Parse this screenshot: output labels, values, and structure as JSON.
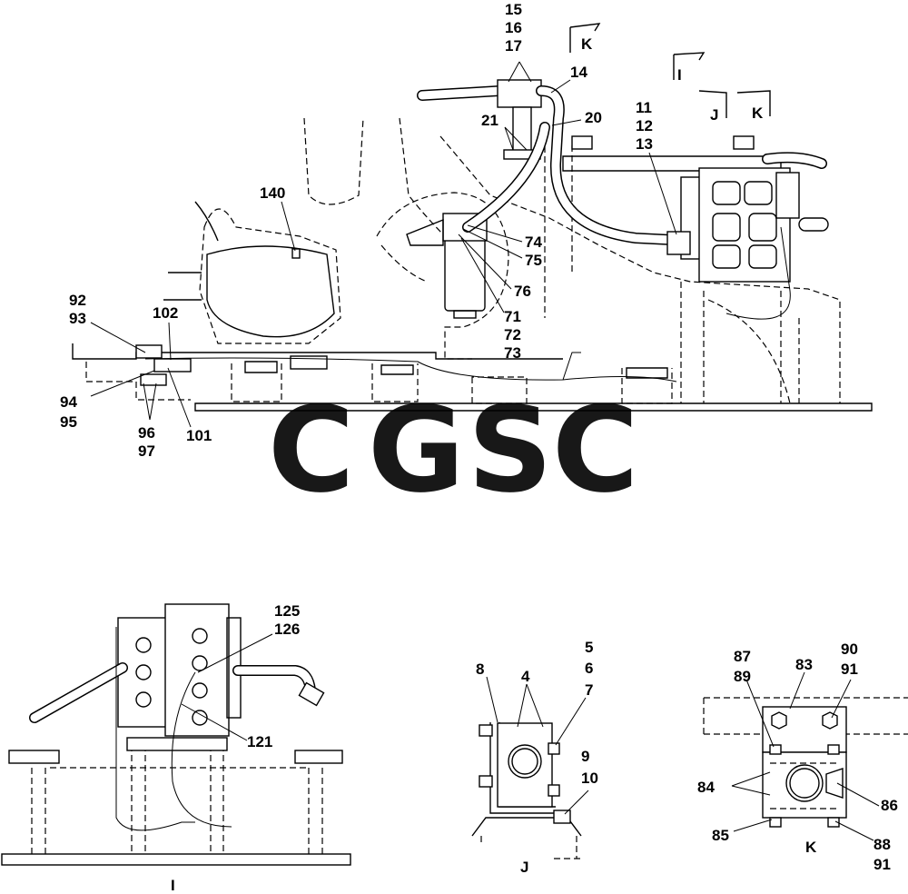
{
  "main_view": {
    "labels": [
      {
        "id": "l15",
        "text": "15"
      },
      {
        "id": "l16",
        "text": "16"
      },
      {
        "id": "l17",
        "text": "17"
      },
      {
        "id": "l14",
        "text": "14"
      },
      {
        "id": "l21",
        "text": "21"
      },
      {
        "id": "l20",
        "text": "20"
      },
      {
        "id": "l11",
        "text": "11"
      },
      {
        "id": "l12",
        "text": "12"
      },
      {
        "id": "l13",
        "text": "13"
      },
      {
        "id": "l140",
        "text": "140"
      },
      {
        "id": "l74",
        "text": "74"
      },
      {
        "id": "l75",
        "text": "75"
      },
      {
        "id": "l76",
        "text": "76"
      },
      {
        "id": "l71",
        "text": "71"
      },
      {
        "id": "l72",
        "text": "72"
      },
      {
        "id": "l73",
        "text": "73"
      },
      {
        "id": "l92",
        "text": "92"
      },
      {
        "id": "l93",
        "text": "93"
      },
      {
        "id": "l102",
        "text": "102"
      },
      {
        "id": "l94",
        "text": "94"
      },
      {
        "id": "l95",
        "text": "95"
      },
      {
        "id": "l96",
        "text": "96"
      },
      {
        "id": "l97",
        "text": "97"
      },
      {
        "id": "l101",
        "text": "101"
      }
    ],
    "view_markers": [
      {
        "id": "vK1",
        "text": "K"
      },
      {
        "id": "vI",
        "text": "I"
      },
      {
        "id": "vJ",
        "text": "J"
      },
      {
        "id": "vK2",
        "text": "K"
      }
    ]
  },
  "detail_i": {
    "caption": "I",
    "labels": [
      {
        "id": "l125",
        "text": "125"
      },
      {
        "id": "l126",
        "text": "126"
      },
      {
        "id": "l121",
        "text": "121"
      }
    ]
  },
  "detail_j": {
    "caption": "J",
    "labels": [
      {
        "id": "l8",
        "text": "8"
      },
      {
        "id": "l4",
        "text": "4"
      },
      {
        "id": "l5",
        "text": "5"
      },
      {
        "id": "l6",
        "text": "6"
      },
      {
        "id": "l7",
        "text": "7"
      },
      {
        "id": "l9",
        "text": "9"
      },
      {
        "id": "l10",
        "text": "10"
      }
    ]
  },
  "detail_k": {
    "caption": "K",
    "labels": [
      {
        "id": "l87",
        "text": "87"
      },
      {
        "id": "l89",
        "text": "89"
      },
      {
        "id": "l83",
        "text": "83"
      },
      {
        "id": "l90",
        "text": "90"
      },
      {
        "id": "l91a",
        "text": "91"
      },
      {
        "id": "l84",
        "text": "84"
      },
      {
        "id": "l86",
        "text": "86"
      },
      {
        "id": "l85",
        "text": "85"
      },
      {
        "id": "l88",
        "text": "88"
      },
      {
        "id": "l91b",
        "text": "91"
      }
    ]
  },
  "watermark": {
    "letters": [
      {
        "text": "C",
        "color": "#6fa0f5"
      },
      {
        "text": "G",
        "color": "#f28a86"
      },
      {
        "text": "S",
        "color": "#f7d35a"
      },
      {
        "text": "C",
        "color": "#6cc49a"
      }
    ]
  }
}
